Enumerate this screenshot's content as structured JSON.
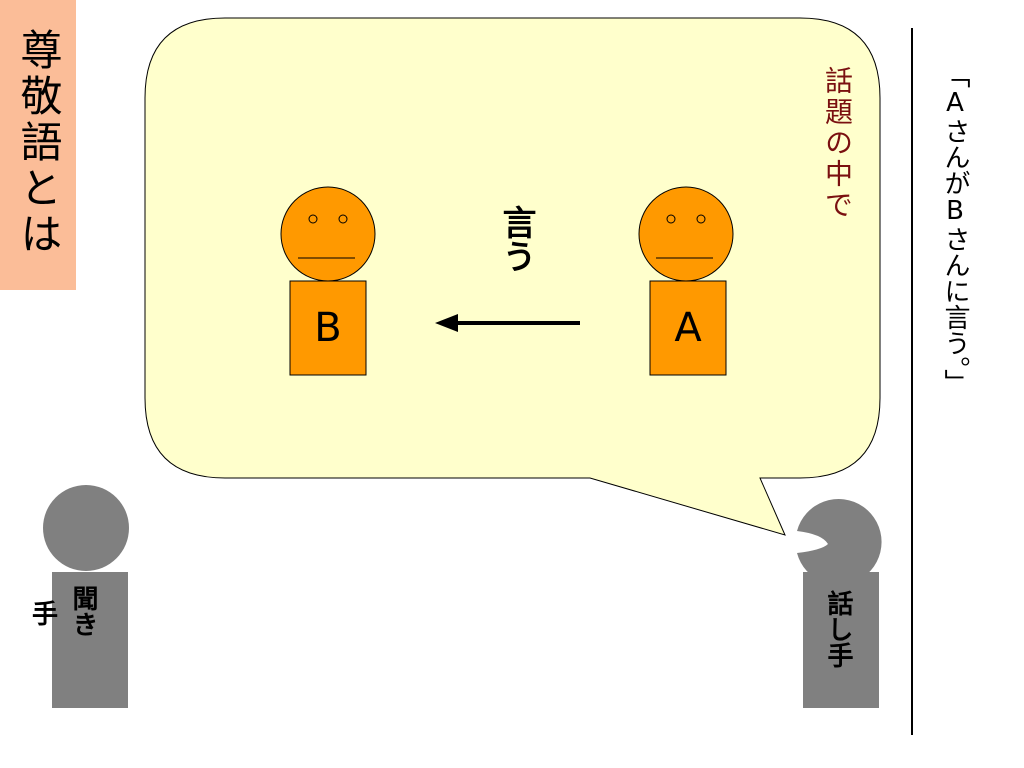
{
  "title": "尊敬語とは",
  "topic_label": "話題の中で",
  "verb_label": "言う",
  "persons": {
    "a": "A",
    "b": "B"
  },
  "speaker_label": "話し手",
  "listener_label": {
    "line1": "聞き",
    "line2": "手"
  },
  "caption": "「AさんがBさんに言う。」",
  "colors": {
    "title_box": "#fbbd98",
    "bubble_fill": "#ffffcc",
    "figure_orange": "#ff9900",
    "gray_person": "#808080",
    "topic_text": "#7a1010"
  }
}
